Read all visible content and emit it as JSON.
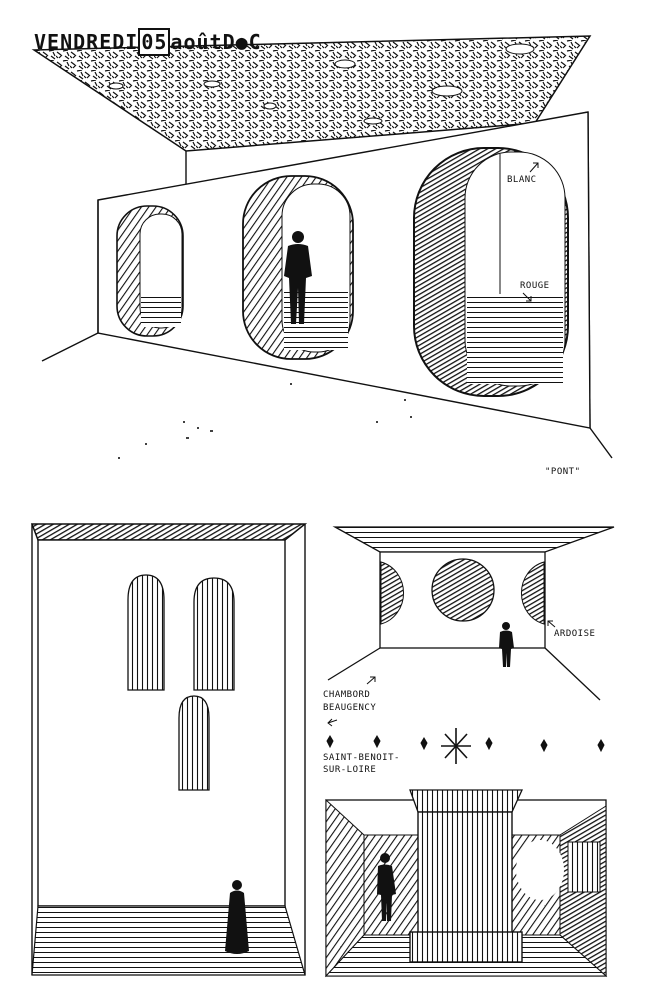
{
  "header": {
    "day": "VENDREDI",
    "date_number": "05",
    "month": "août",
    "year_marks": "D●C"
  },
  "top_scene": {
    "labels": {
      "blanc": "BLANC",
      "rouge": "ROUGE",
      "pont": "\"PONT\""
    }
  },
  "bottom_right_scene": {
    "labels": {
      "ardoise": "ARDOISE",
      "chambord": "CHAMBORD",
      "beaugency": "BEAUGENCY",
      "saint_benoit_1": "SAINT-BENOIT-",
      "saint_benoit_2": "SUR-LOIRE"
    }
  },
  "palette": {
    "ink": "#111111",
    "paper": "#ffffff"
  }
}
